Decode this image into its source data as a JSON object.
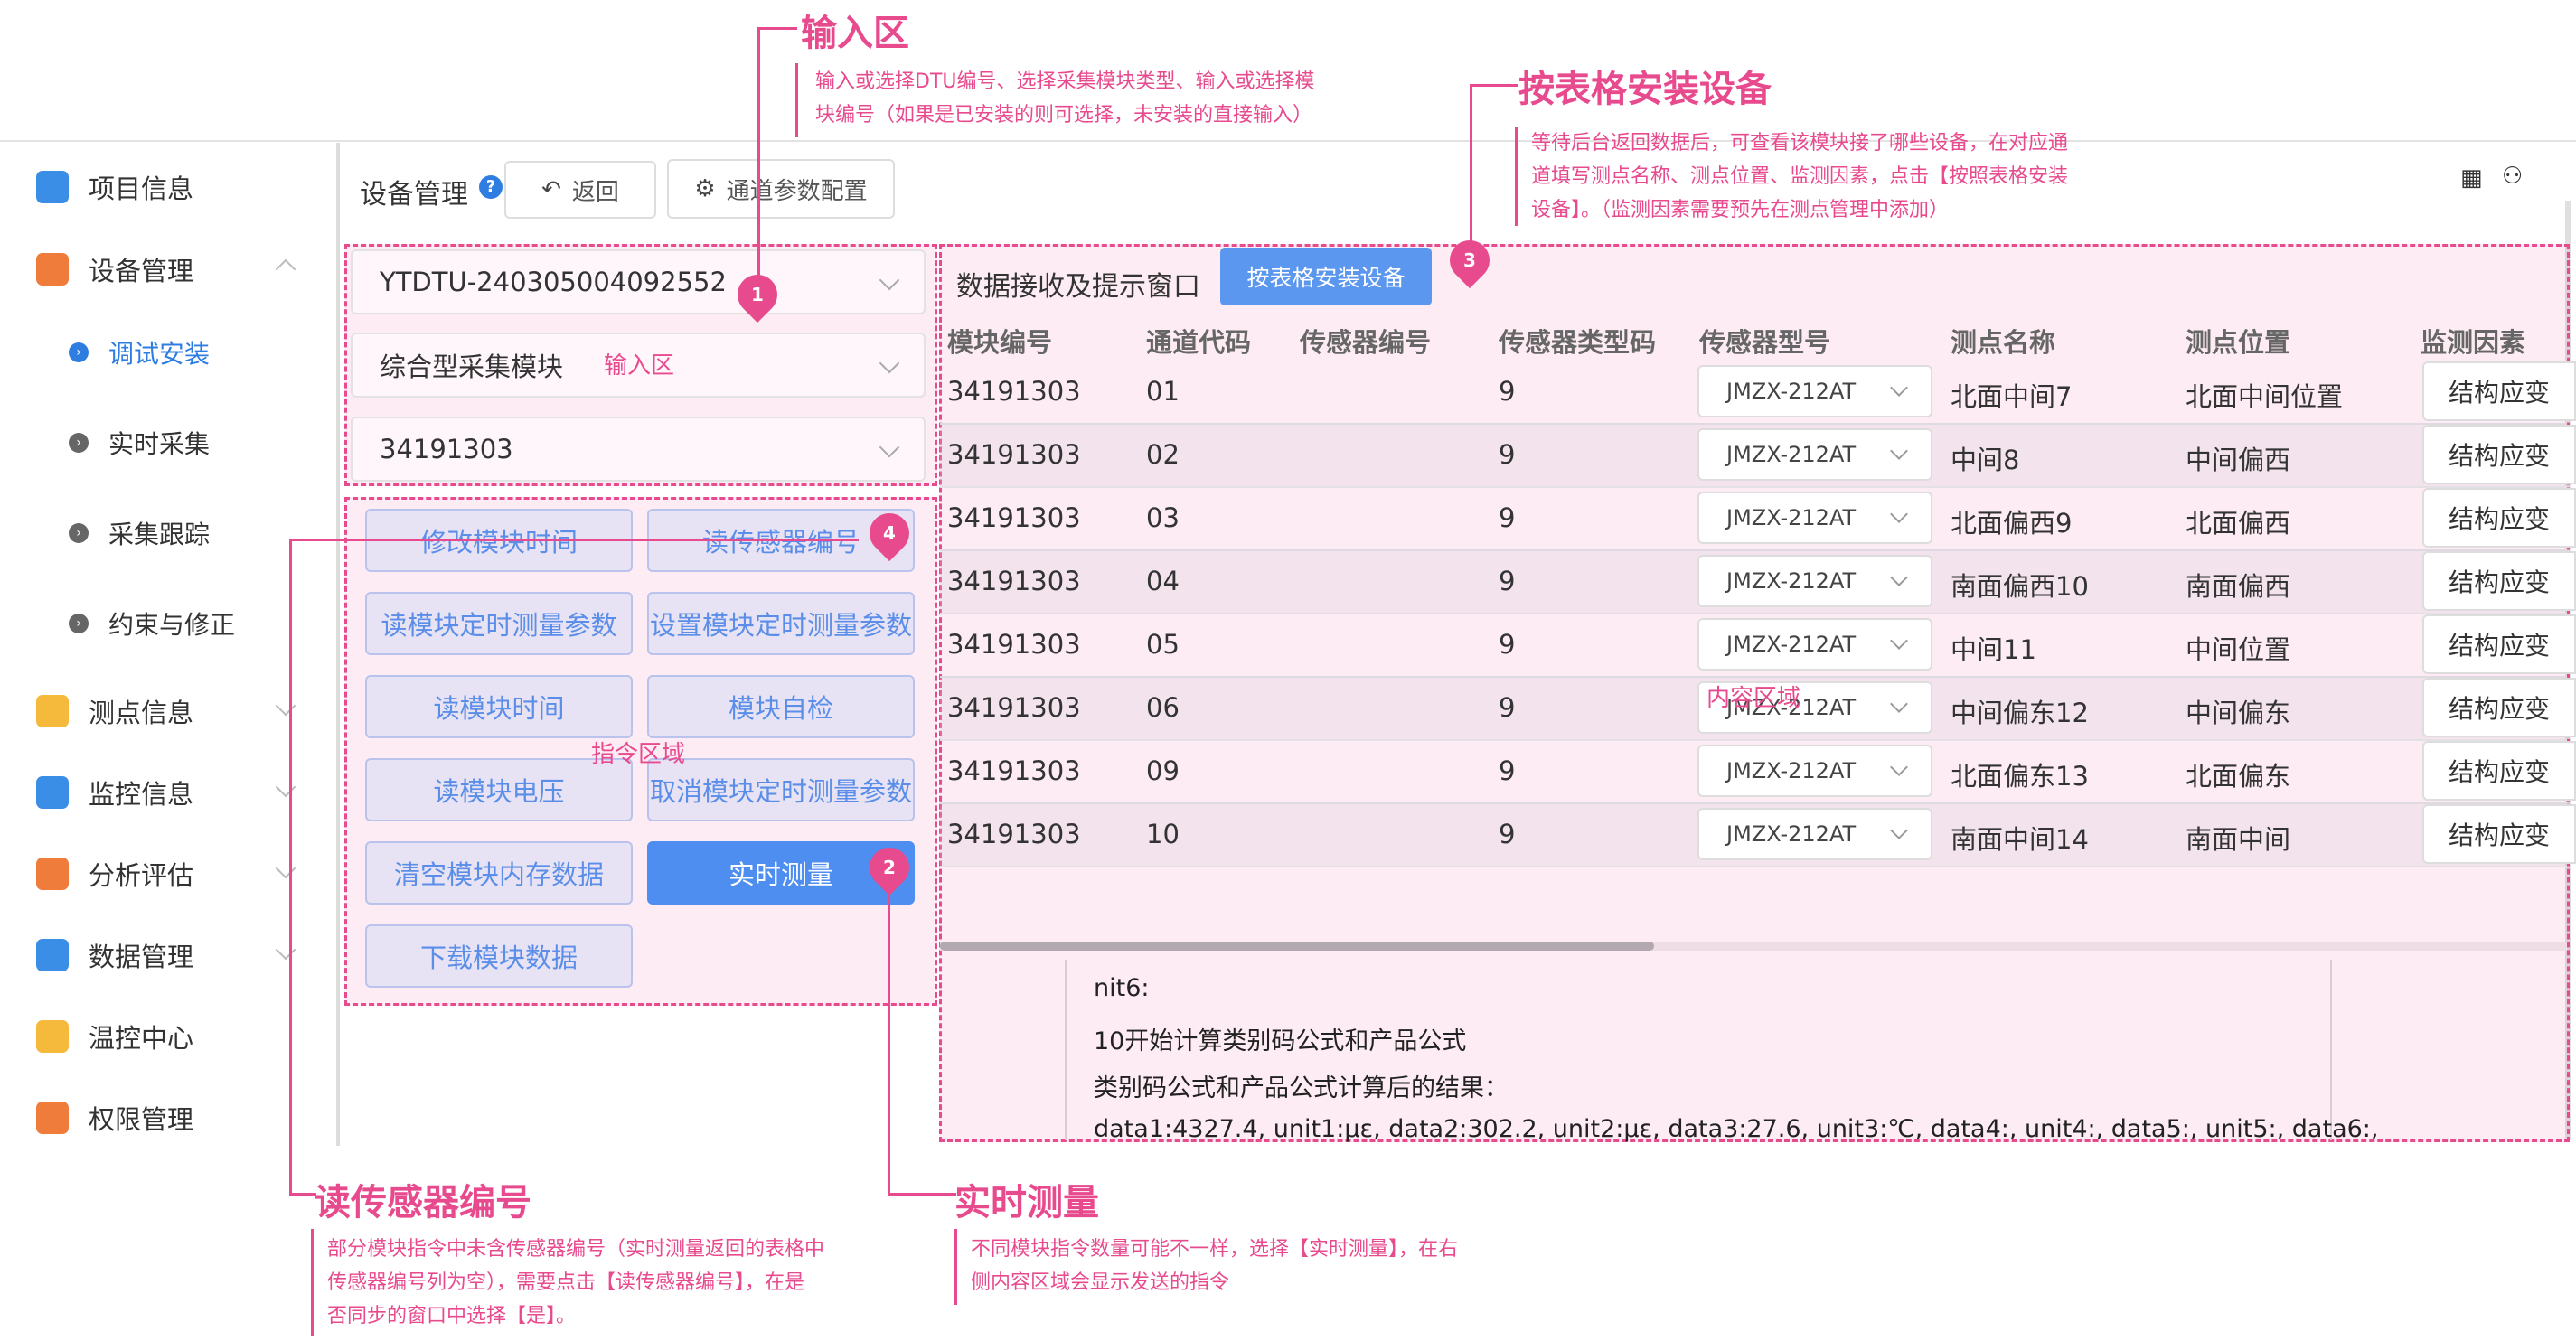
{
  "annotations": {
    "input": {
      "title": "输入区",
      "desc": [
        "输入或选择DTU编号、选择采集模块类型、输入或选择模",
        "块编号（如果是已安装的则可选择，未安装的直接输入）"
      ]
    },
    "install": {
      "title": "按表格安装设备",
      "desc": [
        "等待后台返回数据后，可查看该模块接了哪些设备，在对应通",
        "道填写测点名称、测点位置、监测因素，点击【按照表格安装",
        "设备】。（监测因素需要预先在测点管理中添加）"
      ]
    },
    "read_sensor": {
      "title": "读传感器编号",
      "desc": [
        "部分模块指令中未含传感器编号（实时测量返回的表格中",
        "传感器编号列为空），需要点击【读传感器编号】，在是",
        "否同步的窗口中选择【是】。"
      ]
    },
    "realtime": {
      "title": "实时测量",
      "desc": [
        "不同模块指令数量可能不一样，选择【实时测量】，在右",
        "侧内容区域会显示发送的指令"
      ]
    },
    "inline": {
      "input_area": "输入区",
      "command_area": "指令区域",
      "content_area": "内容区域"
    },
    "pins": [
      "1",
      "2",
      "3",
      "4"
    ]
  },
  "sidebar": {
    "items": [
      {
        "label": "项目信息",
        "icon": "folder-icon",
        "color": "#3a8ee6"
      },
      {
        "label": "设备管理",
        "icon": "device-icon",
        "color": "#f07c3c"
      },
      {
        "label": "测点信息",
        "icon": "bar-chart-icon",
        "color": "#f5b93b"
      },
      {
        "label": "监控信息",
        "icon": "monitor-icon",
        "color": "#3a8ee6"
      },
      {
        "label": "分析评估",
        "icon": "report-icon",
        "color": "#f07c3c"
      },
      {
        "label": "数据管理",
        "icon": "data-icon",
        "color": "#3a8ee6"
      },
      {
        "label": "温控中心",
        "icon": "thermometer-icon",
        "color": "#f5b93b"
      },
      {
        "label": "权限管理",
        "icon": "shield-icon",
        "color": "#f07c3c"
      }
    ],
    "sub_items": [
      "调试安装",
      "实时采集",
      "采集跟踪",
      "约束与修正"
    ]
  },
  "header": {
    "title": "设备管理",
    "help": "?",
    "back_label": "返回",
    "config_label": "通道参数配置"
  },
  "inputs": {
    "dtu": "YTDTU-240305004092552",
    "module_type": "综合型采集模块",
    "module_no": "34191303"
  },
  "commands": [
    "修改模块时间",
    "读传感器编号",
    "读模块定时测量参数",
    "设置模块定时测量参数",
    "读模块时间",
    "模块自检",
    "读模块电压",
    "取消模块定时测量参数",
    "清空模块内存数据",
    "实时测量",
    "下载模块数据"
  ],
  "panel": {
    "title": "数据接收及提示窗口",
    "install_button": "按表格安装设备"
  },
  "table": {
    "headers": [
      "模块编号",
      "通道代码",
      "传感器编号",
      "传感器类型码",
      "传感器型号",
      "测点名称",
      "测点位置",
      "监测因素"
    ],
    "rows": [
      [
        "34191303",
        "01",
        "",
        "9",
        "JMZX-212AT",
        "北面中间7",
        "北面中间位置",
        "结构应变"
      ],
      [
        "34191303",
        "02",
        "",
        "9",
        "JMZX-212AT",
        "中间8",
        "中间偏西",
        "结构应变"
      ],
      [
        "34191303",
        "03",
        "",
        "9",
        "JMZX-212AT",
        "北面偏西9",
        "北面偏西",
        "结构应变"
      ],
      [
        "34191303",
        "04",
        "",
        "9",
        "JMZX-212AT",
        "南面偏西10",
        "南面偏西",
        "结构应变"
      ],
      [
        "34191303",
        "05",
        "",
        "9",
        "JMZX-212AT",
        "中间11",
        "中间位置",
        "结构应变"
      ],
      [
        "34191303",
        "06",
        "",
        "9",
        "JMZX-212AT",
        "中间偏东12",
        "中间偏东",
        "结构应变"
      ],
      [
        "34191303",
        "09",
        "",
        "9",
        "JMZX-212AT",
        "北面偏东13",
        "北面偏东",
        "结构应变"
      ],
      [
        "34191303",
        "10",
        "",
        "9",
        "JMZX-212AT",
        "南面中间14",
        "南面中间",
        "结构应变"
      ]
    ]
  },
  "log": [
    "nit6:",
    "10开始计算类别码公式和产品公式",
    "类别码公式和产品公式计算后的结果：",
    "data1:4327.4, unit1:με, data2:302.2, unit2:με, data3:27.6, unit3:℃, data4:, unit4:, data5:, unit5:, data6:,"
  ],
  "colors": {
    "accent": "#e84a8e",
    "primary": "#4e8ef0"
  }
}
